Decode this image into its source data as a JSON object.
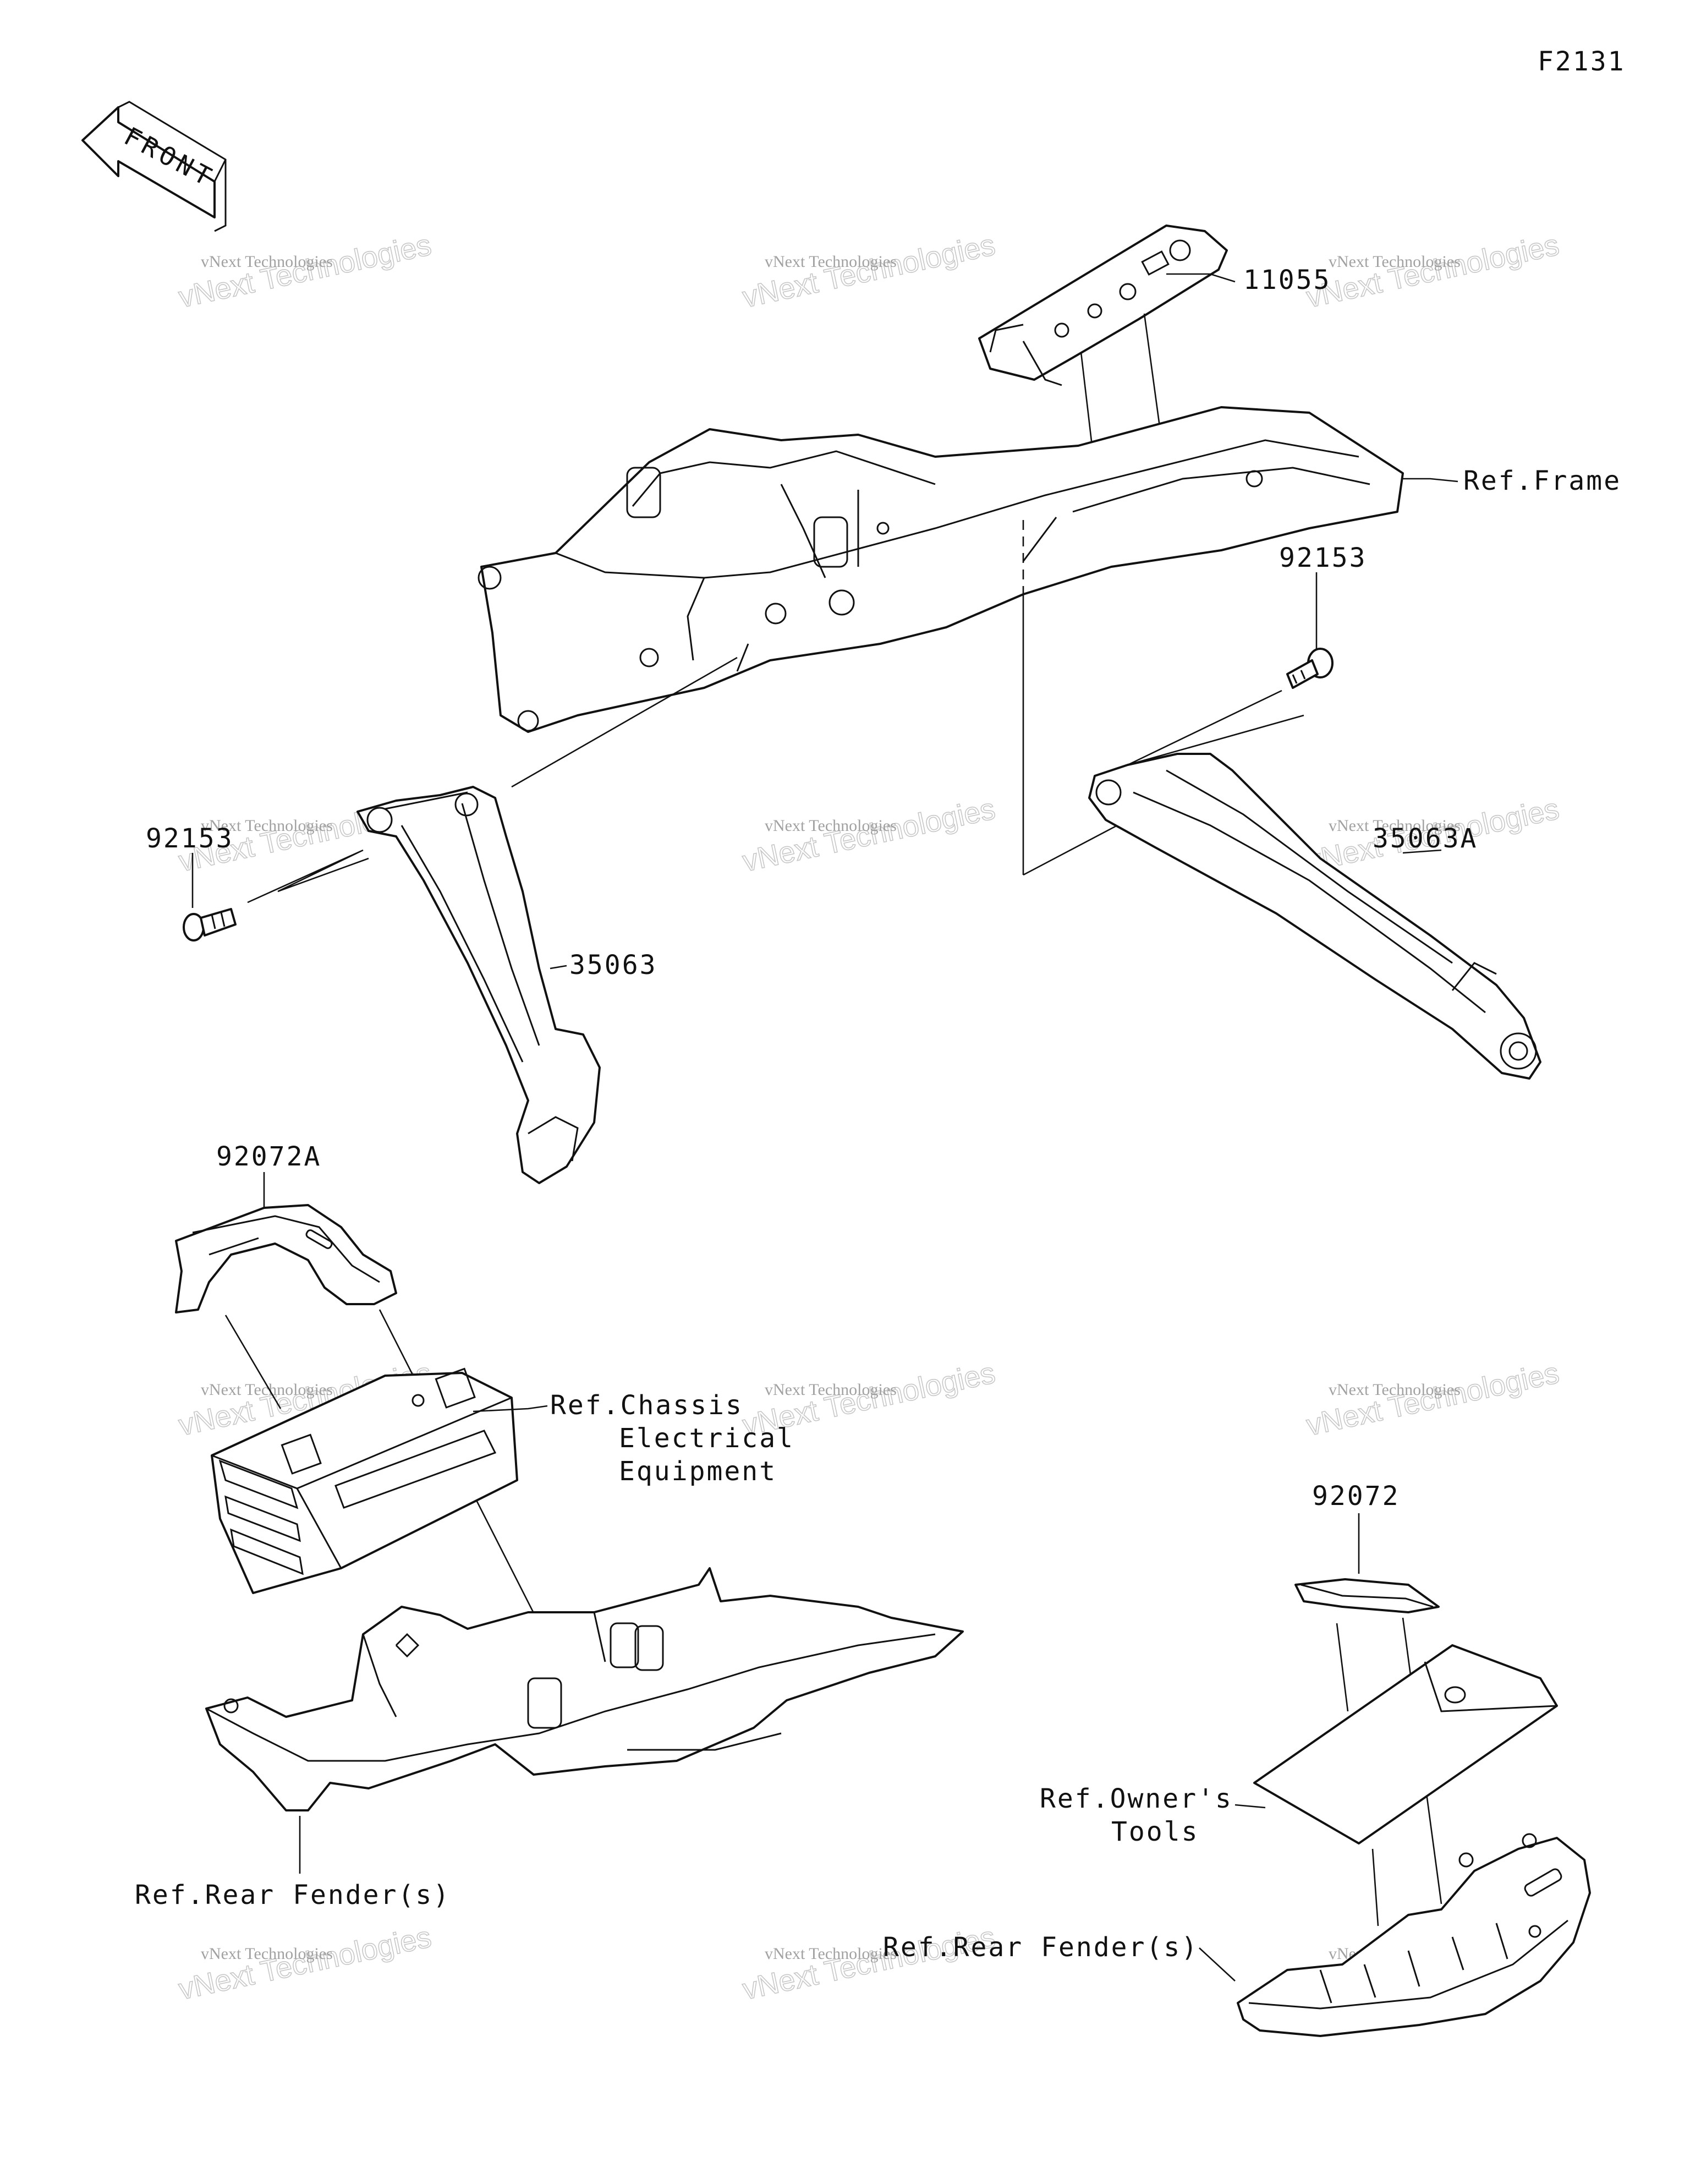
{
  "diagram_code": "F2131",
  "front_label": "FRONT",
  "watermark": {
    "line1": "vNext Technologies",
    "line2": "vNext Technologies"
  },
  "labels": {
    "p11055": "11055",
    "ref_frame": "Ref.Frame",
    "p92153_right": "92153",
    "p92153_left": "92153",
    "p35063A": "35063A",
    "p35063": "35063",
    "p92072A": "92072A",
    "ref_chassis_line1": "Ref.Chassis",
    "ref_chassis_line2": "Electrical",
    "ref_chassis_line3": "Equipment",
    "p92072": "92072",
    "ref_owners_line1": "Ref.Owner's",
    "ref_owners_line2": "Tools",
    "ref_rear_fender_left": "Ref.Rear Fender(s)",
    "ref_rear_fender_right": "Ref.Rear Fender(s)"
  }
}
